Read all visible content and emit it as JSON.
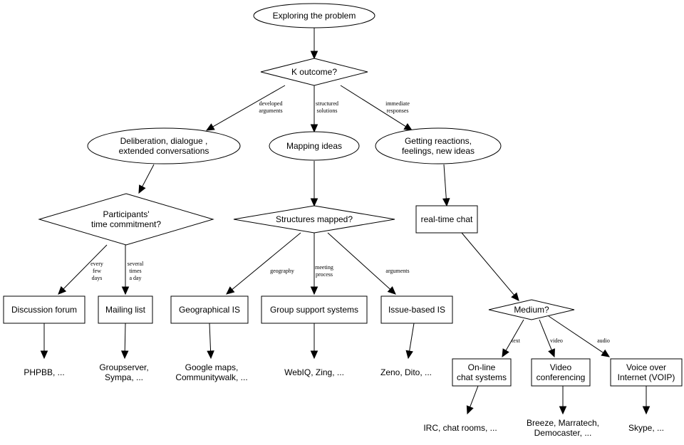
{
  "diagram": {
    "title": "Exploring the problem",
    "nodes": {
      "root": {
        "shape": "ellipse",
        "lines": [
          "Exploring the problem"
        ]
      },
      "k_outcome": {
        "shape": "diamond",
        "lines": [
          "K outcome?"
        ]
      },
      "deliberation": {
        "shape": "ellipse",
        "lines": [
          "Deliberation, dialogue ,",
          "extended conversations"
        ]
      },
      "mapping": {
        "shape": "ellipse",
        "lines": [
          "Mapping ideas"
        ]
      },
      "reactions": {
        "shape": "ellipse",
        "lines": [
          "Getting reactions,",
          "feelings, new ideas"
        ]
      },
      "participants": {
        "shape": "diamond",
        "lines": [
          "Participants'",
          "time commitment?"
        ]
      },
      "structures": {
        "shape": "diamond",
        "lines": [
          "Structures mapped?"
        ]
      },
      "realtime": {
        "shape": "box",
        "lines": [
          "real-time chat"
        ]
      },
      "forum": {
        "shape": "box",
        "lines": [
          "Discussion forum"
        ]
      },
      "mailing": {
        "shape": "box",
        "lines": [
          "Mailing list"
        ]
      },
      "geo": {
        "shape": "box",
        "lines": [
          "Geographical IS"
        ]
      },
      "gss": {
        "shape": "box",
        "lines": [
          "Group support systems"
        ]
      },
      "ibis": {
        "shape": "box",
        "lines": [
          "Issue-based IS"
        ]
      },
      "medium": {
        "shape": "diamond",
        "lines": [
          "Medium?"
        ]
      },
      "chat_sys": {
        "shape": "box",
        "lines": [
          "On-line",
          "chat systems"
        ]
      },
      "video": {
        "shape": "box",
        "lines": [
          "Video",
          "conferencing"
        ]
      },
      "voip": {
        "shape": "box",
        "lines": [
          "Voice over",
          "Internet (VOIP)"
        ]
      },
      "ex_forum": {
        "shape": "plaintext",
        "lines": [
          "PHPBB, ..."
        ]
      },
      "ex_mailing": {
        "shape": "plaintext",
        "lines": [
          "Groupserver,",
          "Sympa, ..."
        ]
      },
      "ex_geo": {
        "shape": "plaintext",
        "lines": [
          "Google maps,",
          "Communitywalk, ..."
        ]
      },
      "ex_gss": {
        "shape": "plaintext",
        "lines": [
          "WebIQ, Zing, ..."
        ]
      },
      "ex_ibis": {
        "shape": "plaintext",
        "lines": [
          "Zeno, Dito, ..."
        ]
      },
      "ex_chat": {
        "shape": "plaintext",
        "lines": [
          "IRC, chat rooms, ..."
        ]
      },
      "ex_video": {
        "shape": "plaintext",
        "lines": [
          "Breeze, Marratech,",
          "Democaster, ..."
        ]
      },
      "ex_voip": {
        "shape": "plaintext",
        "lines": [
          "Skype, ..."
        ]
      }
    },
    "edges": [
      {
        "from": "root",
        "to": "k_outcome",
        "label": []
      },
      {
        "from": "k_outcome",
        "to": "deliberation",
        "label": [
          "developed",
          "arguments"
        ]
      },
      {
        "from": "k_outcome",
        "to": "mapping",
        "label": [
          "structured",
          "solutions"
        ]
      },
      {
        "from": "k_outcome",
        "to": "reactions",
        "label": [
          "immediate",
          "responses"
        ]
      },
      {
        "from": "deliberation",
        "to": "participants",
        "label": []
      },
      {
        "from": "mapping",
        "to": "structures",
        "label": []
      },
      {
        "from": "reactions",
        "to": "realtime",
        "label": []
      },
      {
        "from": "participants",
        "to": "forum",
        "label": [
          "every",
          "few",
          "days"
        ]
      },
      {
        "from": "participants",
        "to": "mailing",
        "label": [
          "several",
          "times",
          "a day"
        ]
      },
      {
        "from": "structures",
        "to": "geo",
        "label": [
          "geography"
        ]
      },
      {
        "from": "structures",
        "to": "gss",
        "label": [
          "meeting",
          "process"
        ]
      },
      {
        "from": "structures",
        "to": "ibis",
        "label": [
          "arguments"
        ]
      },
      {
        "from": "realtime",
        "to": "medium",
        "label": []
      },
      {
        "from": "medium",
        "to": "chat_sys",
        "label": [
          "text"
        ]
      },
      {
        "from": "medium",
        "to": "video",
        "label": [
          "video"
        ]
      },
      {
        "from": "medium",
        "to": "voip",
        "label": [
          "audio"
        ]
      },
      {
        "from": "forum",
        "to": "ex_forum",
        "label": []
      },
      {
        "from": "mailing",
        "to": "ex_mailing",
        "label": []
      },
      {
        "from": "geo",
        "to": "ex_geo",
        "label": []
      },
      {
        "from": "gss",
        "to": "ex_gss",
        "label": []
      },
      {
        "from": "ibis",
        "to": "ex_ibis",
        "label": []
      },
      {
        "from": "chat_sys",
        "to": "ex_chat",
        "label": []
      },
      {
        "from": "video",
        "to": "ex_video",
        "label": []
      },
      {
        "from": "voip",
        "to": "ex_voip",
        "label": []
      }
    ]
  }
}
